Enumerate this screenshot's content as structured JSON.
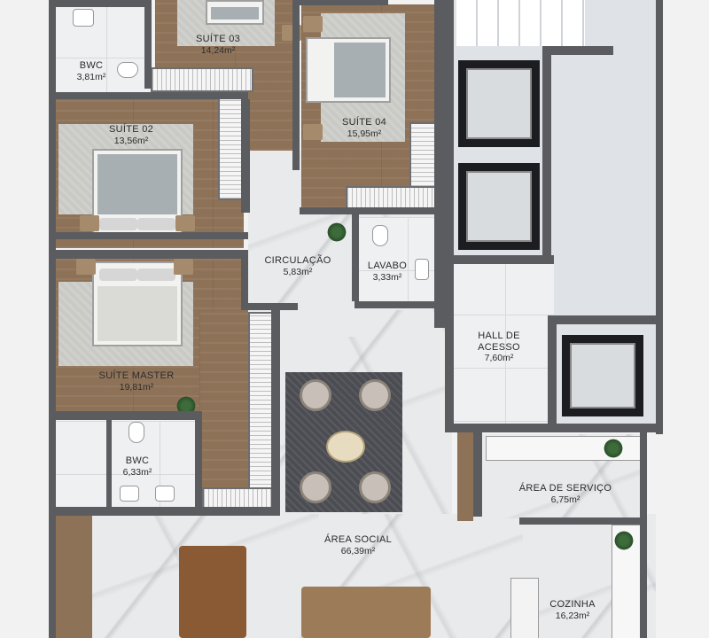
{
  "rooms": {
    "bwc_top": {
      "name": "BWC",
      "area": "3,81m²"
    },
    "suite_03": {
      "name": "SUÍTE 03",
      "area": "14,24m²"
    },
    "suite_04": {
      "name": "SUÍTE 04",
      "area": "15,95m²"
    },
    "suite_02": {
      "name": "SUÍTE 02",
      "area": "13,56m²"
    },
    "circulacao": {
      "name": "CIRCULAÇÃO",
      "area": "5,83m²"
    },
    "lavabo": {
      "name": "LAVABO",
      "area": "3,33m²"
    },
    "hall": {
      "name": "HALL DE",
      "name2": "ACESSO",
      "area": "7,60m²"
    },
    "suite_master": {
      "name": "SUÍTE MASTER",
      "area": "19,81m²"
    },
    "bwc_master": {
      "name": "BWC",
      "area": "6,33m²"
    },
    "area_servico": {
      "name": "ÁREA DE SERVIÇO",
      "area": "6,75m²"
    },
    "area_social": {
      "name": "ÁREA SOCIAL",
      "area": "66,39m²"
    },
    "cozinha": {
      "name": "COZINHA",
      "area": "16,23m²"
    }
  },
  "colors": {
    "wall": "#5b5c60",
    "wood_floor": "#8e7258",
    "marble_floor": "#e9eaec",
    "elevator": "#1b1d20"
  }
}
